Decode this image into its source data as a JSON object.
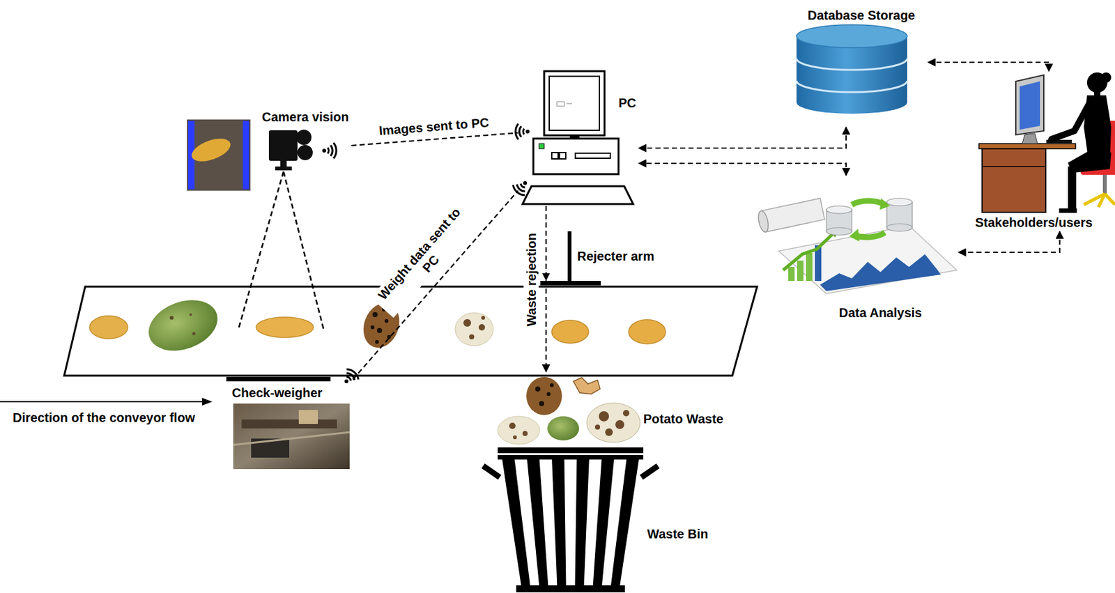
{
  "diagram": {
    "nodes": [
      {
        "text": [
          "Database Storage"
        ]
      },
      {
        "text": [
          "Camera vision"
        ]
      },
      {
        "text": [
          "PC"
        ]
      },
      {
        "text": [
          "Stakeholders/users"
        ]
      },
      {
        "text": [
          "Rejecter arm"
        ]
      },
      {
        "text": [
          "Data Analysis"
        ]
      },
      {
        "text": [
          "Check-weigher"
        ]
      },
      {
        "text": [
          "Potato Waste"
        ]
      },
      {
        "text": [
          "Waste Bin"
        ]
      }
    ],
    "edges": [
      {
        "from": 1,
        "to": 2,
        "label": "Images sent to PC",
        "arrow": "none"
      },
      {
        "from": 6,
        "to": 2,
        "label": "Weight data sent to PC",
        "arrow": "none"
      },
      {
        "from": 2,
        "to": 7,
        "label": "Waste rejection",
        "arrow": "to"
      },
      {
        "from": 0,
        "to": 2,
        "arrow": "both"
      },
      {
        "from": 5,
        "to": 2,
        "arrow": "both"
      },
      {
        "from": 0,
        "to": 3,
        "arrow": "both"
      },
      {
        "from": 3,
        "to": 5,
        "arrow": "both"
      }
    ],
    "labels": [
      "Direction of the conveyor flow"
    ]
  }
}
